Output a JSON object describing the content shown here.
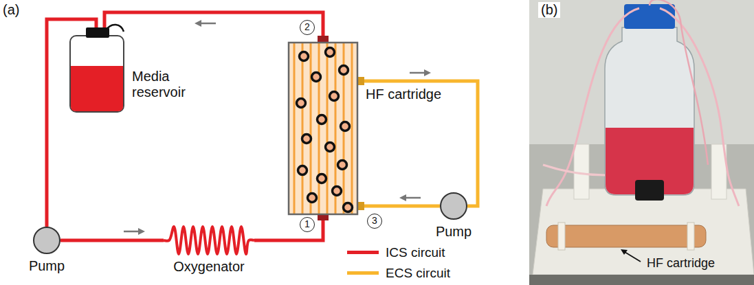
{
  "diagram": {
    "nodes": [
      {
        "text": [
          "Media reservoir"
        ]
      },
      {
        "text": [
          "HF cartridge"
        ]
      },
      {
        "text": [
          "Pump"
        ]
      },
      {
        "text": [
          "Pump"
        ]
      },
      {
        "text": [
          "Oxygenator"
        ]
      }
    ],
    "edges": [
      {
        "from": 0,
        "to": 3,
        "arrow": "none"
      },
      {
        "from": 3,
        "to": 4,
        "arrow": "none"
      },
      {
        "from": 4,
        "to": 1,
        "arrow": "none"
      },
      {
        "from": 1,
        "to": 0,
        "arrow": "none"
      },
      {
        "from": 1,
        "to": 2,
        "arrow": "none"
      },
      {
        "from": 2,
        "to": 1,
        "arrow": "none"
      }
    ],
    "labels": [
      "(a)",
      "2",
      "1",
      "3",
      "(b)",
      "HF cartridge"
    ],
    "legend": [
      {
        "text": "ICS circuit",
        "color": "#e41f26"
      },
      {
        "text": "ECS circuit",
        "color": "#f8b62d"
      }
    ]
  }
}
